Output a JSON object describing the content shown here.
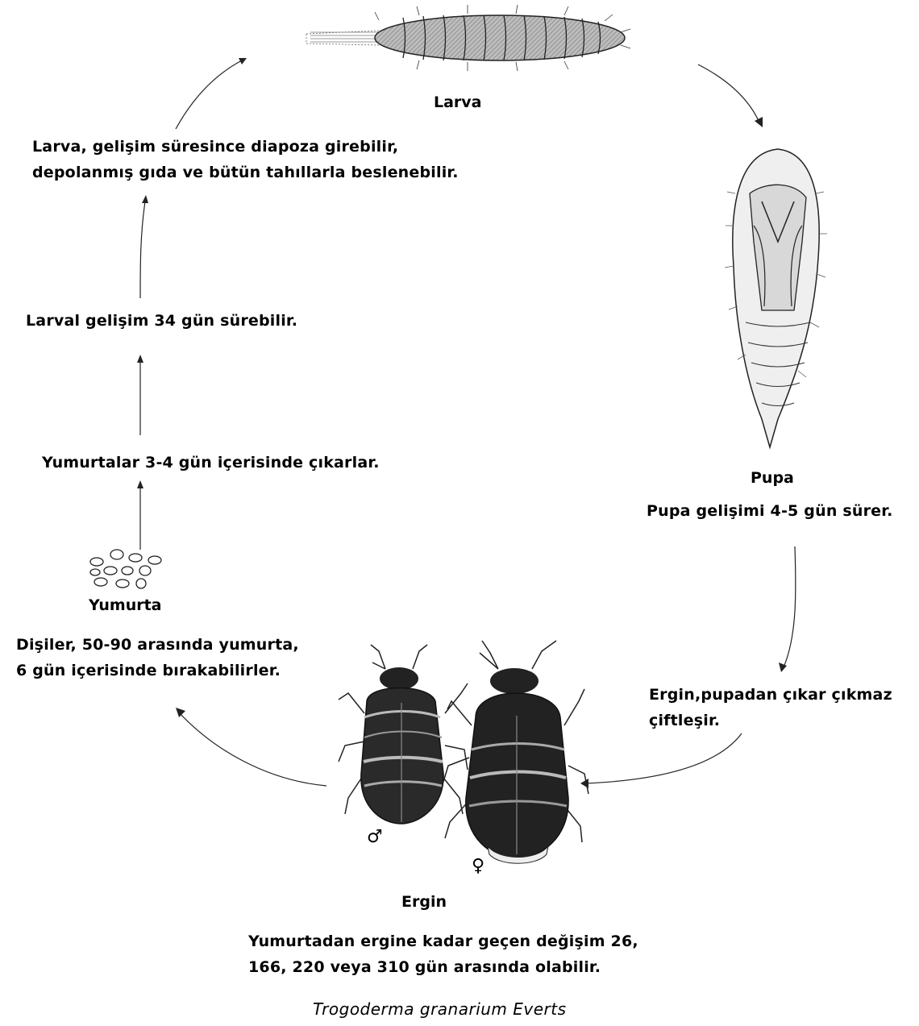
{
  "stages": {
    "larva": {
      "label": "Larva",
      "note_line1": "Larva, gelişim süresince diapoza girebilir,",
      "note_line2": "depolanmış gıda ve bütün tahıllarla beslenebilir."
    },
    "larval_development": "Larval gelişim 34 gün sürebilir.",
    "hatching": "Yumurtalar 3-4 gün içerisinde çıkarlar.",
    "egg": {
      "label": "Yumurta",
      "note_line1": "Dişiler, 50-90 arasında yumurta,",
      "note_line2": "6 gün içerisinde bırakabilirler."
    },
    "pupa": {
      "label": "Pupa",
      "note": "Pupa gelişimi 4-5 gün sürer."
    },
    "adult_mating": {
      "line1": "Ergin,pupadan çıkar çıkmaz",
      "line2": "çiftleşir."
    },
    "adult": {
      "label": "Ergin",
      "note_line1": "Yumurtadan ergine kadar geçen değişim 26,",
      "note_line2": "166, 220 veya 310 gün arasında olabilir.",
      "male_symbol": "♂",
      "female_symbol": "♀"
    }
  },
  "species": "Trogoderma granarium Everts"
}
